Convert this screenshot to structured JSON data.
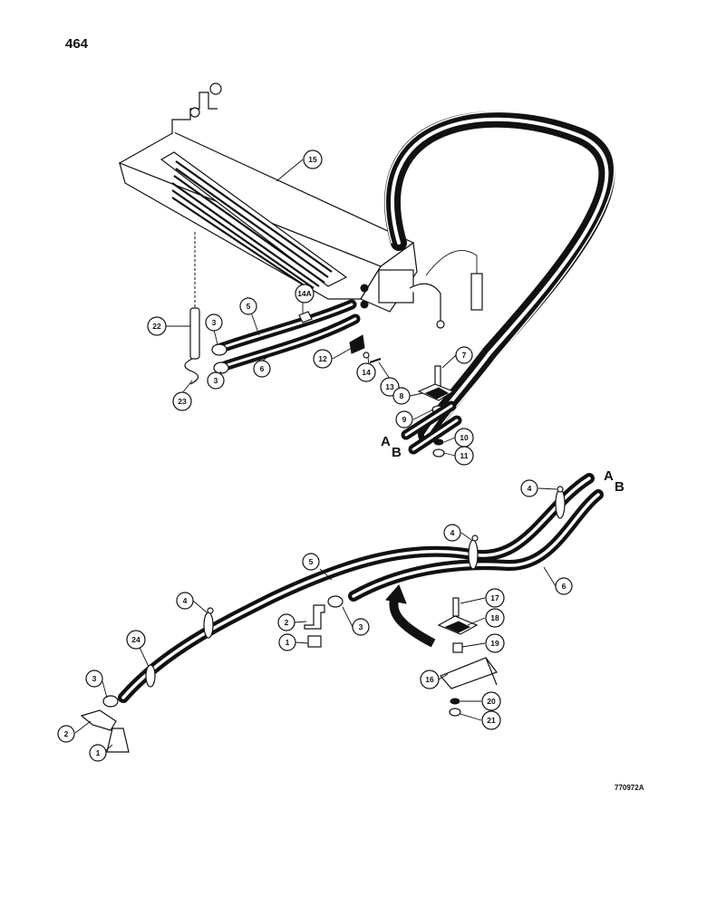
{
  "page": {
    "number": "464",
    "drawing_code": "770972A"
  },
  "hose_end_labels": {
    "a": "A",
    "b": "B"
  },
  "callouts": {
    "c15": "15",
    "c14a": "14A",
    "c22": "22",
    "c3a": "3",
    "c5a": "5",
    "c12": "12",
    "c3b": "3",
    "c6a": "6",
    "c14": "14",
    "c13": "13",
    "c23": "23",
    "c7": "7",
    "c8": "8",
    "c9": "9",
    "c10": "10",
    "c11": "11",
    "c4a": "4",
    "c4b": "4",
    "c5b": "5",
    "c6b": "6",
    "c4c": "4",
    "c2a": "2",
    "c3c": "3",
    "c1a": "1",
    "c24": "24",
    "c3d": "3",
    "c2b": "2",
    "c1b": "1",
    "c17": "17",
    "c18": "18",
    "c19": "19",
    "c16": "16",
    "c20": "20",
    "c21": "21"
  }
}
